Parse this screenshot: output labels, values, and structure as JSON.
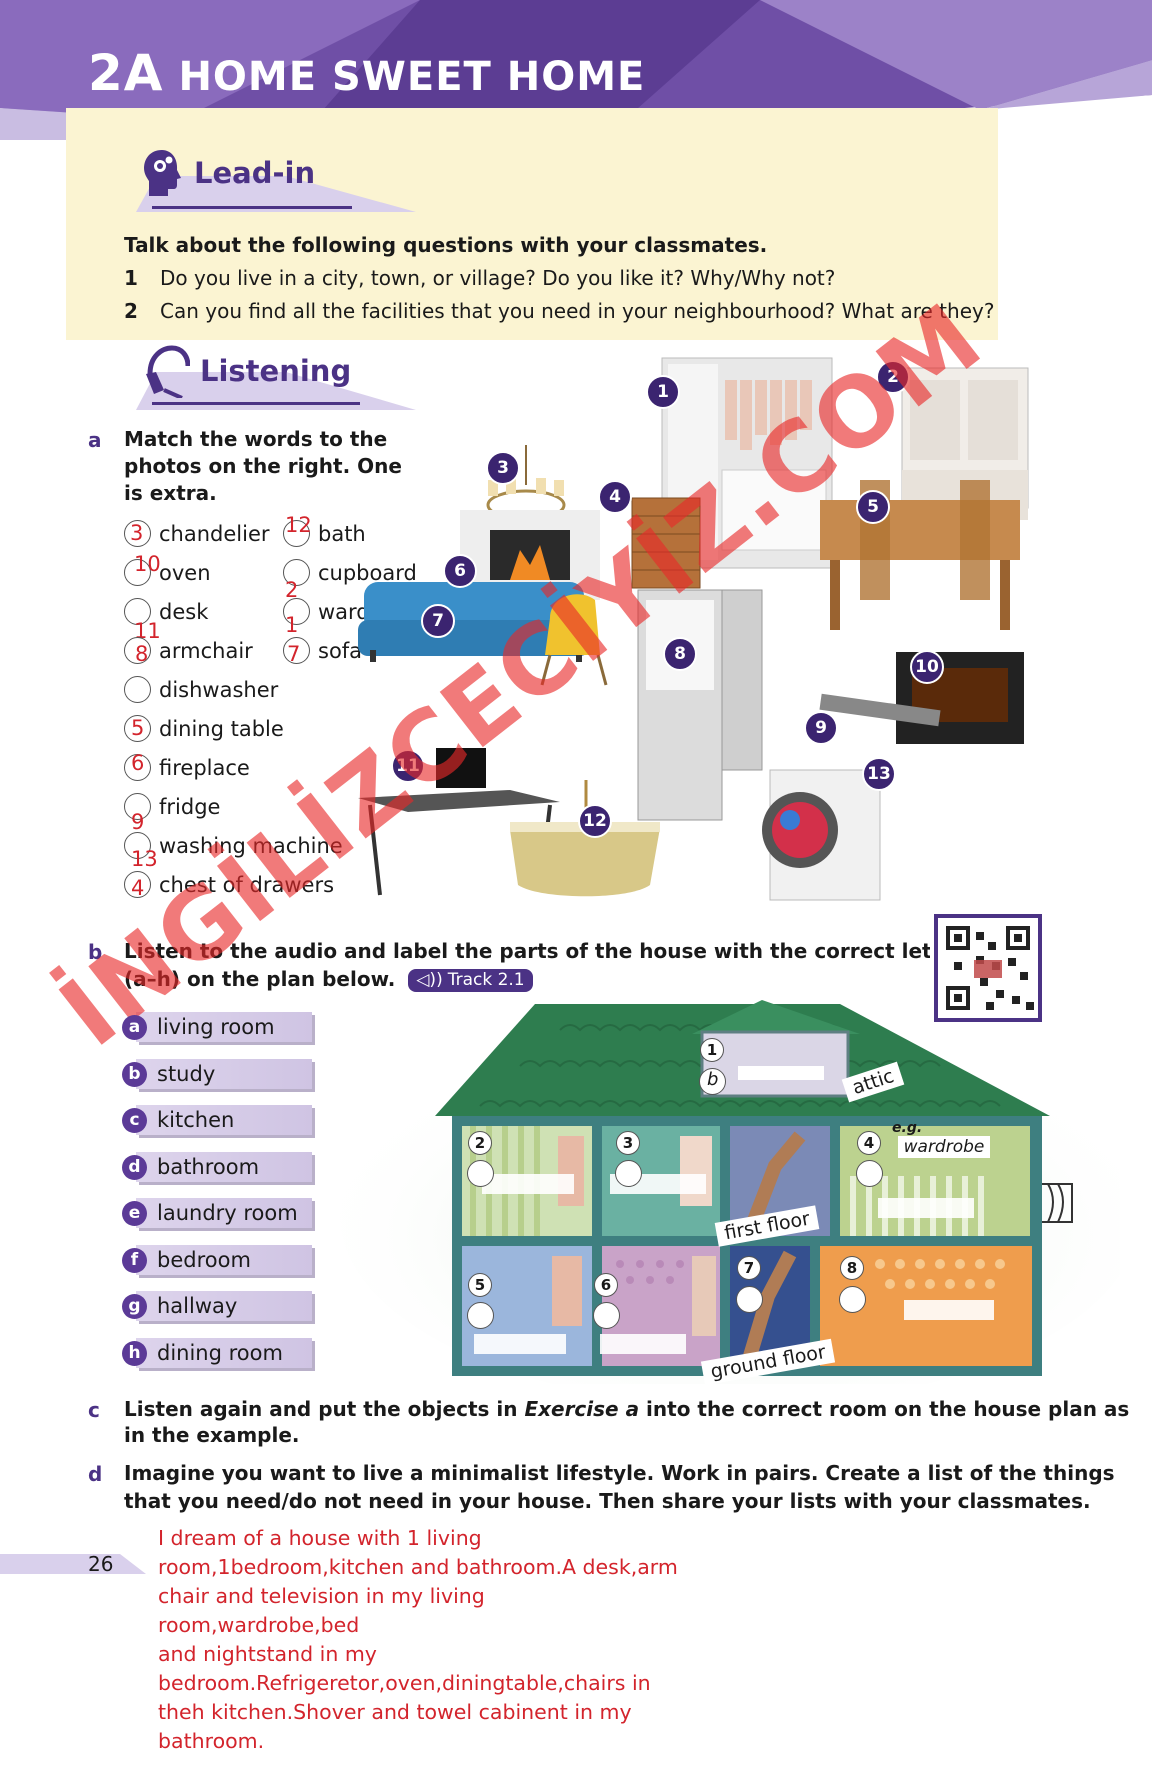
{
  "header": {
    "unit_number": "2A",
    "unit_title": "HOME SWEET HOME"
  },
  "leadin": {
    "title": "Lead-in",
    "instruction": "Talk about the following questions with your classmates.",
    "questions": [
      {
        "num": "1",
        "text": "Do you live in a city, town, or village? Do you like it? Why/Why not?"
      },
      {
        "num": "2",
        "text": "Can you find all the facilities that you need in your neighbourhood? What are they?"
      }
    ]
  },
  "listening": {
    "title": "Listening",
    "a": {
      "letter": "a",
      "instruction": "Match the words to the photos on the right. One is extra."
    },
    "words_left": [
      {
        "word": "chandelier",
        "answer": "3"
      },
      {
        "word": "oven",
        "answer": "10"
      },
      {
        "word": "desk",
        "answer": "11"
      },
      {
        "word": "armchair",
        "answer": "8"
      },
      {
        "word": "dishwasher",
        "answer": ""
      },
      {
        "word": "dining table",
        "answer": "5"
      },
      {
        "word": "fireplace",
        "answer": "6"
      },
      {
        "word": "fridge",
        "answer": "9"
      },
      {
        "word": "washing machine",
        "answer": "13"
      },
      {
        "word": "chest of drawers",
        "answer": "4"
      }
    ],
    "words_right": [
      {
        "word": "bath",
        "answer": "12"
      },
      {
        "word": "cupboard",
        "answer": "2"
      },
      {
        "word": "wardrobe",
        "answer": "1"
      },
      {
        "word": "sofa",
        "answer": "7"
      }
    ],
    "photo_numbers": [
      "1",
      "2",
      "3",
      "4",
      "5",
      "6",
      "7",
      "8",
      "9",
      "10",
      "11",
      "12",
      "13"
    ],
    "photo_names": [
      "wardrobe-photo",
      "cupboard-photo",
      "chandelier-photo",
      "chest-of-drawers-photo",
      "dining-table-photo",
      "fireplace-photo",
      "sofa-photo",
      "armchair-photo",
      "fridge-photo",
      "oven-photo",
      "desk-photo",
      "bath-photo",
      "washing-machine-photo"
    ],
    "b": {
      "letter": "b",
      "instruction_1": "Listen to the audio and label the parts of the house with the correct letters",
      "instruction_2": "(a–h) on the plan below.",
      "track": "Track 2.1"
    },
    "rooms": [
      {
        "letter": "a",
        "name": "living room"
      },
      {
        "letter": "b",
        "name": "study"
      },
      {
        "letter": "c",
        "name": "kitchen"
      },
      {
        "letter": "d",
        "name": "bathroom"
      },
      {
        "letter": "e",
        "name": "laundry room"
      },
      {
        "letter": "f",
        "name": "bedroom"
      },
      {
        "letter": "g",
        "name": "hallway"
      },
      {
        "letter": "h",
        "name": "dining room"
      }
    ],
    "plan": {
      "attic": "attic",
      "first_floor": "first floor",
      "ground_floor": "ground floor",
      "example_tag": "e.g.",
      "example_word": "wardrobe",
      "attic_answer": "b",
      "room_numbers": [
        "1",
        "2",
        "3",
        "4",
        "5",
        "6",
        "7",
        "8"
      ]
    },
    "c": {
      "letter": "c",
      "pre": "Listen again and put the objects in ",
      "ital": "Exercise a",
      "post": " into the correct room on the house plan as",
      "line2": "in the example."
    },
    "d": {
      "letter": "d",
      "line1": "Imagine you want to live a minimalist lifestyle. Work in pairs. Create a list of the things",
      "line2": "that you need/do not need in your house. Then share your lists with your classmates."
    }
  },
  "page_number": "26",
  "handwritten_answer": [
    "I  dream of a house with 1 living",
    "room,1bedroom,kitchen and bathroom.A desk,arm",
    "chair and television in my living room,wardrobe,bed",
    "and nightstand in my",
    "bedroom.Refrigeretor,oven,diningtable,chairs in",
    "theh kitchen.Shover and towel cabinent in my",
    "bathroom."
  ],
  "watermark": "İNGİLİZCECİYİZ.COM",
  "colors": {
    "purple": "#4b3285",
    "leadin_bg": "#fbf4d2",
    "annotation_red": "#d3242c",
    "roof_green": "#2e7d4f"
  }
}
